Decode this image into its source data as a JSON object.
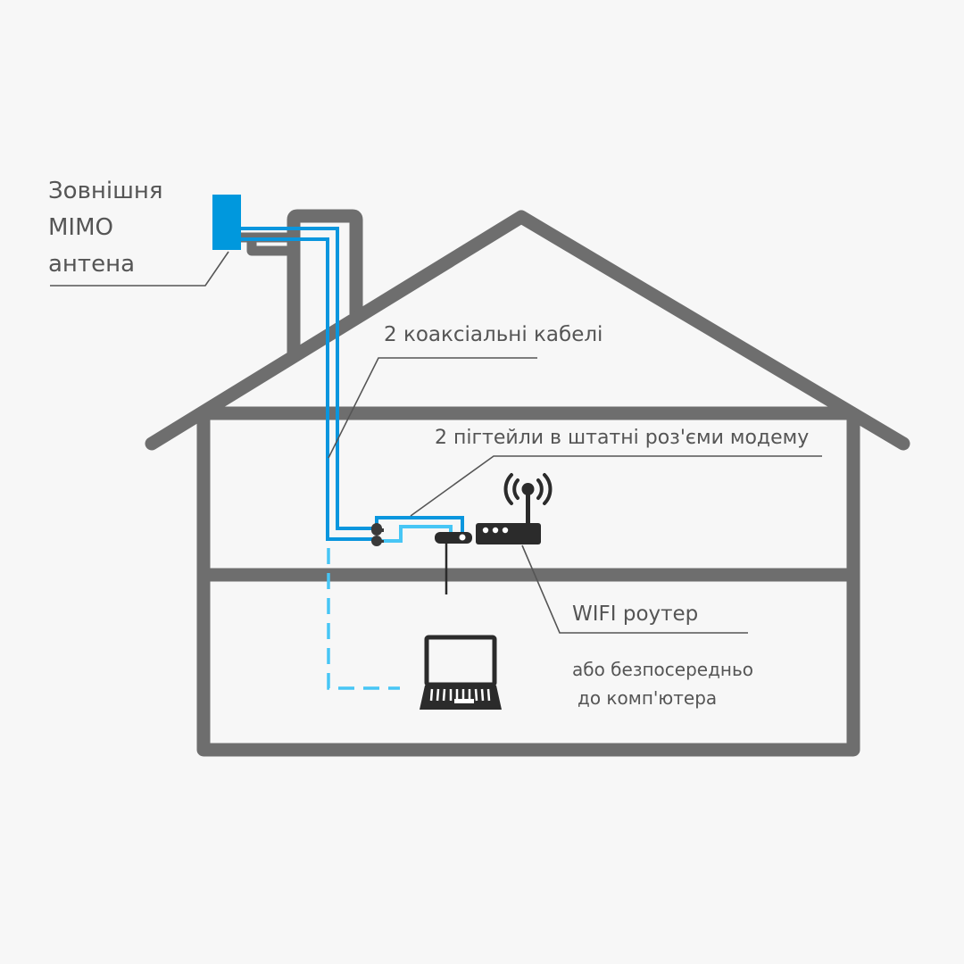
{
  "diagram": {
    "title": "MIMO antenna connection scheme",
    "colors": {
      "background": "#f7f7f7",
      "house": "#6e6e6e",
      "antenna": "#0098dd",
      "cable": "#0a96de",
      "cable_light": "#47c6f5",
      "device": "#2b2b2b",
      "leader_line": "#555555",
      "text": "#555555"
    },
    "labels": {
      "antenna": [
        "Зовнішня",
        "MIMO",
        "антена"
      ],
      "coax_cables": "2 коаксіальні кабелі",
      "pigtails": "2 пігтейли в штатні роз'єми модему",
      "router": "WIFI роутер",
      "direct": [
        "або безпосередньо",
        "до комп'ютера"
      ]
    },
    "nodes": [
      {
        "id": "antenna",
        "icon": "antenna-panel-icon"
      },
      {
        "id": "connectors",
        "icon": "connector-icon"
      },
      {
        "id": "modem",
        "icon": "usb-modem-icon"
      },
      {
        "id": "router",
        "icon": "wifi-router-icon"
      },
      {
        "id": "laptop",
        "icon": "laptop-icon"
      }
    ],
    "connections": [
      {
        "from": "antenna",
        "to": "connectors",
        "type": "coax",
        "count": 2
      },
      {
        "from": "connectors",
        "to": "modem",
        "type": "pigtail",
        "count": 2
      },
      {
        "from": "modem",
        "to": "router",
        "type": "direct"
      },
      {
        "from": "connectors",
        "to": "laptop",
        "type": "optional",
        "style": "dashed"
      }
    ]
  }
}
